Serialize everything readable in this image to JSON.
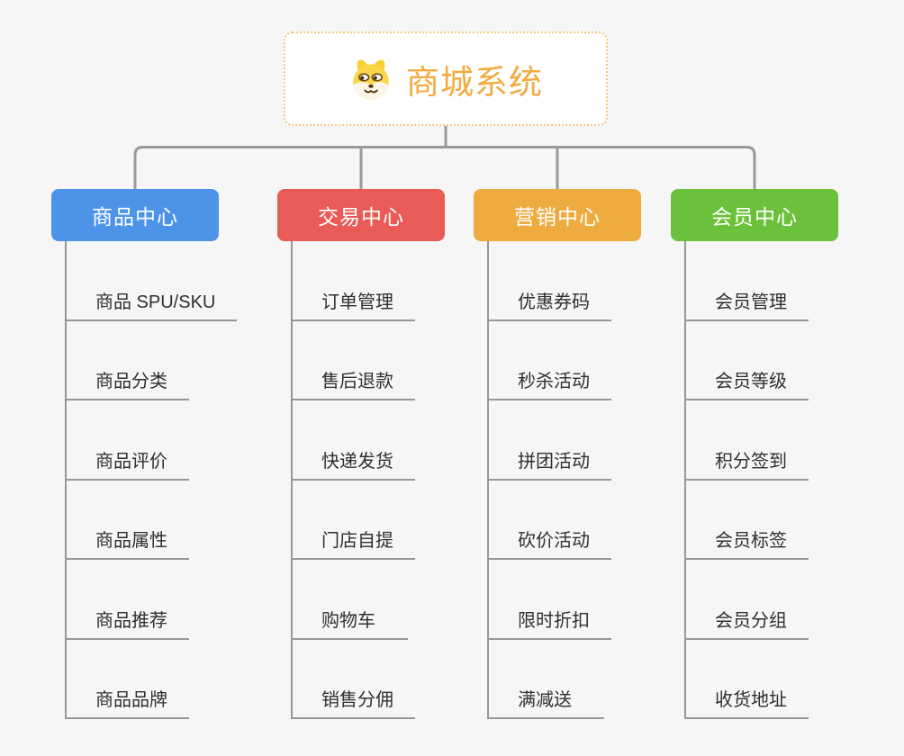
{
  "diagram": {
    "background_color": "#f6f6f6",
    "connector_color": "#999999",
    "root": {
      "title": "商城系统",
      "icon": "shiba-dog-icon",
      "text_color": "#f2ab3f",
      "border_color": "#f1c77c",
      "background": "#ffffff"
    },
    "branches": [
      {
        "label": "商品中心",
        "color": "#4d94e9",
        "children": [
          "商品 SPU/SKU",
          "商品分类",
          "商品评价",
          "商品属性",
          "商品推荐",
          "商品品牌"
        ]
      },
      {
        "label": "交易中心",
        "color": "#e85b56",
        "children": [
          "订单管理",
          "售后退款",
          "快递发货",
          "门店自提",
          "购物车",
          "销售分佣"
        ]
      },
      {
        "label": "营销中心",
        "color": "#eeac40",
        "children": [
          "优惠券码",
          "秒杀活动",
          "拼团活动",
          "砍价活动",
          "限时折扣",
          "满减送"
        ]
      },
      {
        "label": "会员中心",
        "color": "#6bc13b",
        "children": [
          "会员管理",
          "会员等级",
          "积分签到",
          "会员标签",
          "会员分组",
          "收货地址"
        ]
      }
    ]
  }
}
